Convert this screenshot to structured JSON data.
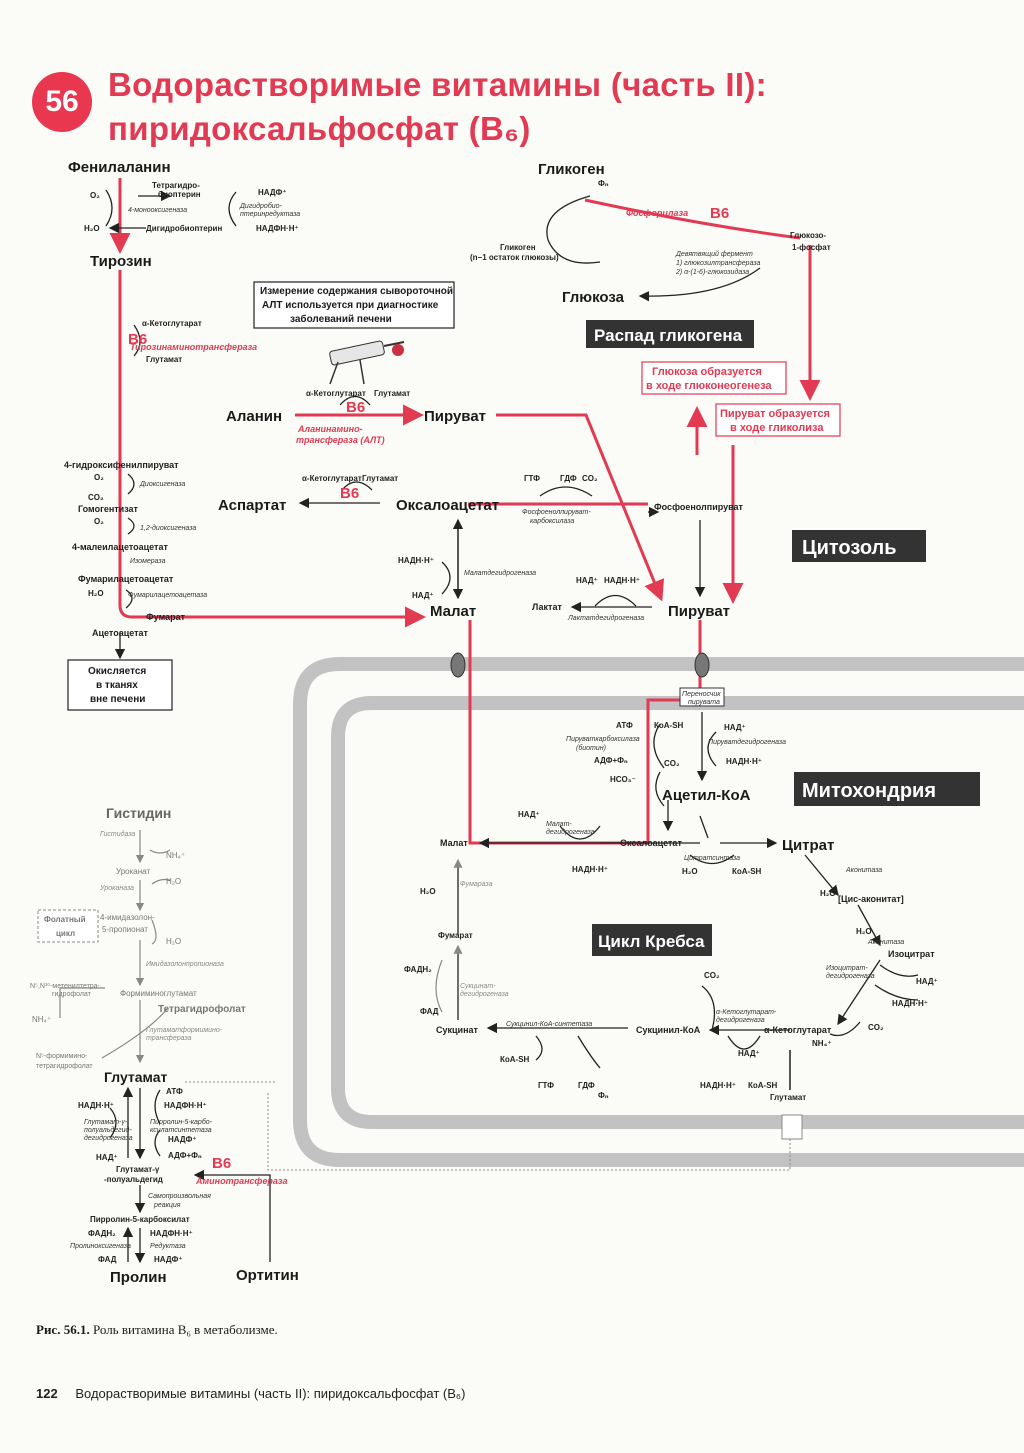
{
  "header": {
    "chapter_number": "56",
    "title_line1": "Водорастворимые витамины (часть II):",
    "title_line2": "пиридоксальфосфат (B₆)"
  },
  "colors": {
    "accent": "#e23a52",
    "membrane": "#bdbdbd",
    "label_bg": "#333333"
  },
  "regions": {
    "cytosol": "Цитозоль",
    "mitochondria": "Митохондрия",
    "krebs": "Цикл Кребса",
    "glycogenolysis": "Распад гликогена"
  },
  "notes": {
    "alt_line1": "Измерение содержания сывороточной",
    "alt_line2": "АЛТ используется при диагностике",
    "alt_line3": "заболеваний печени",
    "oxidized_line1": "Окисляется",
    "oxidized_line2": "в тканях",
    "oxidized_line3": "вне печени",
    "gluconeo_line1": "Глюкоза образуется",
    "gluconeo_line2": "в ходе глюконеогенеза",
    "glycolysis_line1": "Пируват образуется",
    "glycolysis_line2": "в ходе гликолиза",
    "folate_line1": "Фолатный",
    "folate_line2": "цикл"
  },
  "b6": "B6",
  "metabolites": {
    "phenylalanine": "Фенилаланин",
    "tyrosine": "Тирозин",
    "hydroxyphenylpyruvate": "4-гидроксифенилпируват",
    "homogentisate": "Гомогентизат",
    "maleylacetoacetate": "4-малеилацетоацетат",
    "fumarylacetoacetate": "Фумарилацетоацетат",
    "fumarate_c": "Фумарат",
    "acetoacetate": "Ацетоацетат",
    "glycogen": "Гликоген",
    "glycogen_n1_a": "Гликоген",
    "glycogen_n1_b": "(n−1 остаток глюкозы)",
    "g1p_a": "Глюкозо-",
    "g1p_b": "1-фосфат",
    "glucose": "Глюкоза",
    "alanine": "Аланин",
    "pyruvate_top": "Пируват",
    "aspartate": "Аспартат",
    "oxaloacetate_c": "Оксалоацетат",
    "pep": "Фосфоенолпируват",
    "malate_c": "Малат",
    "lactate": "Лактат",
    "pyruvate_c": "Пируват",
    "acetyl_coa": "Ацетил-КоА",
    "malate_m": "Малат",
    "oxaloacetate_m": "Оксалоацетат",
    "citrate": "Цитрат",
    "cis_aconitate": "[Цис-аконитат]",
    "isocitrate": "Изоцитрат",
    "alpha_kg": "α-Кетоглутарат",
    "succinyl_coa": "Сукцинил-КоА",
    "succinate": "Сукцинат",
    "fumarate_m": "Фумарат",
    "glutamate_m": "Глутамат",
    "histidine": "Гистидин",
    "urocanate": "Уроканат",
    "imidazolone": "4-имидазолон-",
    "imidazolone_b": "5-пропионат",
    "formiminoglutamate": "Формиминоглутамат",
    "thf": "Тетрагидрофолат",
    "methenyl_thf_a": "N⁵,N¹⁰-метенилтетра-",
    "methenyl_thf_b": "гидрофолат",
    "formimino_thf_a": "N⁵-формимино-",
    "formimino_thf_b": "тетрагидрофолат",
    "glutamate": "Глутамат",
    "glutamate_sa_a": "Глутамат-γ",
    "glutamate_sa_b": "-полуальдегид",
    "p5c": "Пирролин-5-карбоксилат",
    "proline": "Пролин",
    "ornithine": "Ортитин"
  },
  "cofactors": {
    "o2": "O₂",
    "h2o": "H₂O",
    "nadp": "НАДФ⁺",
    "nadph": "НАДФН·Н⁺",
    "bh4_a": "Тетрагидро-",
    "bh4_b": "биоптерин",
    "bh2": "Дигидробиоптерин",
    "akg": "α-Кетоглутарат",
    "glu": "Глутамат",
    "co2": "CO₂",
    "pi": "Фₙ",
    "gtp": "ГТФ",
    "gdp": "ГДФ",
    "nad": "НАД⁺",
    "nadh": "НАДН·Н⁺",
    "atp": "АТФ",
    "adp": "АДФ+Фₙ",
    "hco3": "HCO₃⁻",
    "coa": "КоА-SH",
    "fadh2": "ФАДН₂",
    "fad": "ФАД",
    "nh4": "NH₄⁺"
  },
  "enzymes": {
    "phe_hydroxylase": "4-монооксигеназа",
    "dhpr_a": "Дигидробио-",
    "dhpr_b": "птеринредуктаза",
    "tyr_at": "Тирозинаминотрансфераза",
    "dioxygenase": "Диоксигеназа",
    "dioxygenase_12": "1,2-диоксигеназа",
    "isomerase": "Изомераза",
    "fah": "Фумарилацетоацетаза",
    "phosphorylase": "Фосфорилаза",
    "debranch_a": "Девятвящий фермент",
    "debranch_b": "1) глюкозилтрансфераза",
    "debranch_c": "2) α-(1-6)-глюкозидаза",
    "alt_a": "Аланинамино-",
    "alt_b": "трансфераза (АЛТ)",
    "pepck_a": "Фосфоенолпируват-",
    "pepck_b": "карбоксилаза",
    "mdh_c": "Малатдегидрогеназа",
    "ldh": "Лактатдегидрогеназа",
    "pyr_carrier_a": "Переносчик",
    "pyr_carrier_b": "пирувата",
    "pc_a": "Пируваткарбоксилаза",
    "pc_b": "(биотин)",
    "pdh": "Пируватдегидрогеназа",
    "mdh_m_a": "Малат-",
    "mdh_m_b": "дегидрогеназа",
    "cs": "Цитратсинтаза",
    "aconitase": "Аконитаза",
    "idh_a": "Изоцитрат-",
    "idh_b": "дегидрогеназа",
    "akgdh_a": "α-Кетоглутарат-",
    "akgdh_b": "дегидрогеназа",
    "scs": "Сукцинил-КоА-синтетаза",
    "sdh_a": "Сукцинат-",
    "sdh_b": "дегидрогеназа",
    "fumarase": "Фумараза",
    "histidase": "Гистидаза",
    "urocanase": "Уроканаза",
    "imidazolonase": "Имидазолонпропионаза",
    "fthf_a": "Глутаматформимино-",
    "fthf_b": "трансфераза",
    "gsad_a": "Глутамат-γ-",
    "gsad_b": "полуальдегид-",
    "gsad_c": "дегидрогеназа",
    "p5cr_a": "Пирролин-5-карбо-",
    "p5cr_b": "ксилатсинтетаза",
    "spont_a": "Самопроизвольная",
    "spont_b": "реакция",
    "prod": "Пролиноксигеназа",
    "p5c_red": "Редуктаза",
    "oat": "Аминотрансфераза"
  },
  "caption": {
    "label": "Рис. 56.1.",
    "text": "Роль витамина B₆ в метаболизме."
  },
  "footer": {
    "page_number": "122",
    "text": "Водорастворимые витамины (часть II): пиридоксальфосфат (B₆)"
  }
}
